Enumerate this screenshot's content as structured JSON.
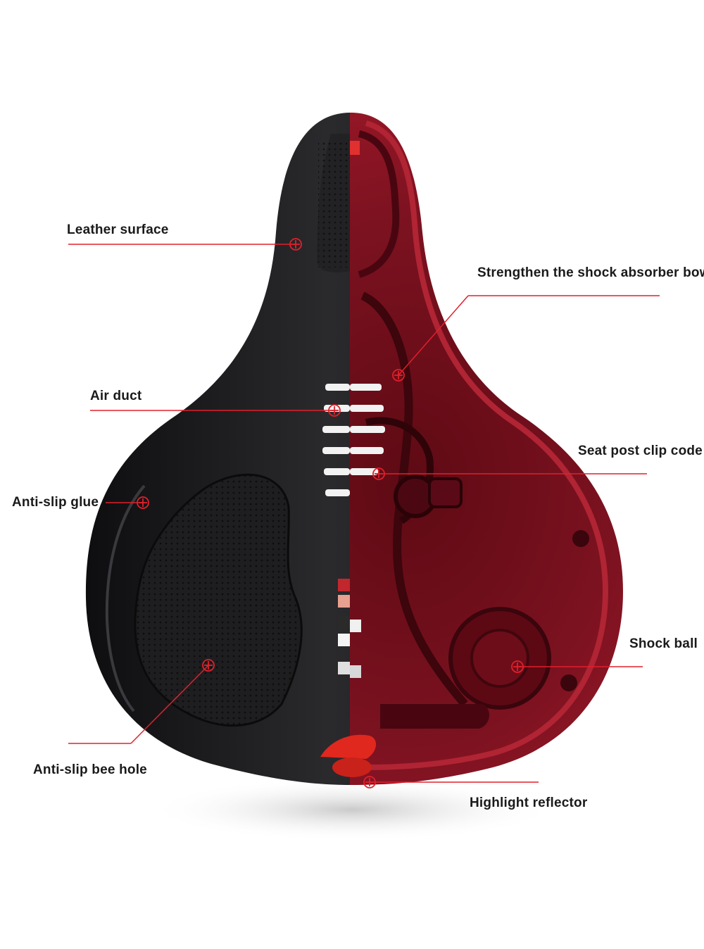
{
  "callouts": [
    {
      "id": "leather-surface",
      "text": "Leather surface"
    },
    {
      "id": "shock-absorber-bow",
      "text": "Strengthen the shock absorber bow"
    },
    {
      "id": "air-duct",
      "text": "Air duct"
    },
    {
      "id": "seat-post-clip-code",
      "text": "Seat post clip code"
    },
    {
      "id": "anti-slip-glue",
      "text": "Anti-slip glue"
    },
    {
      "id": "shock-ball",
      "text": "Shock ball"
    },
    {
      "id": "anti-slip-bee-hole",
      "text": "Anti-slip bee hole"
    },
    {
      "id": "highlight-reflector",
      "text": "Highlight reflector"
    }
  ],
  "colors": {
    "leader_line": "#e0202a",
    "seat_black": "#1b1b1d",
    "seat_red": "#7a0f1c",
    "reflector": "#e0281e"
  }
}
